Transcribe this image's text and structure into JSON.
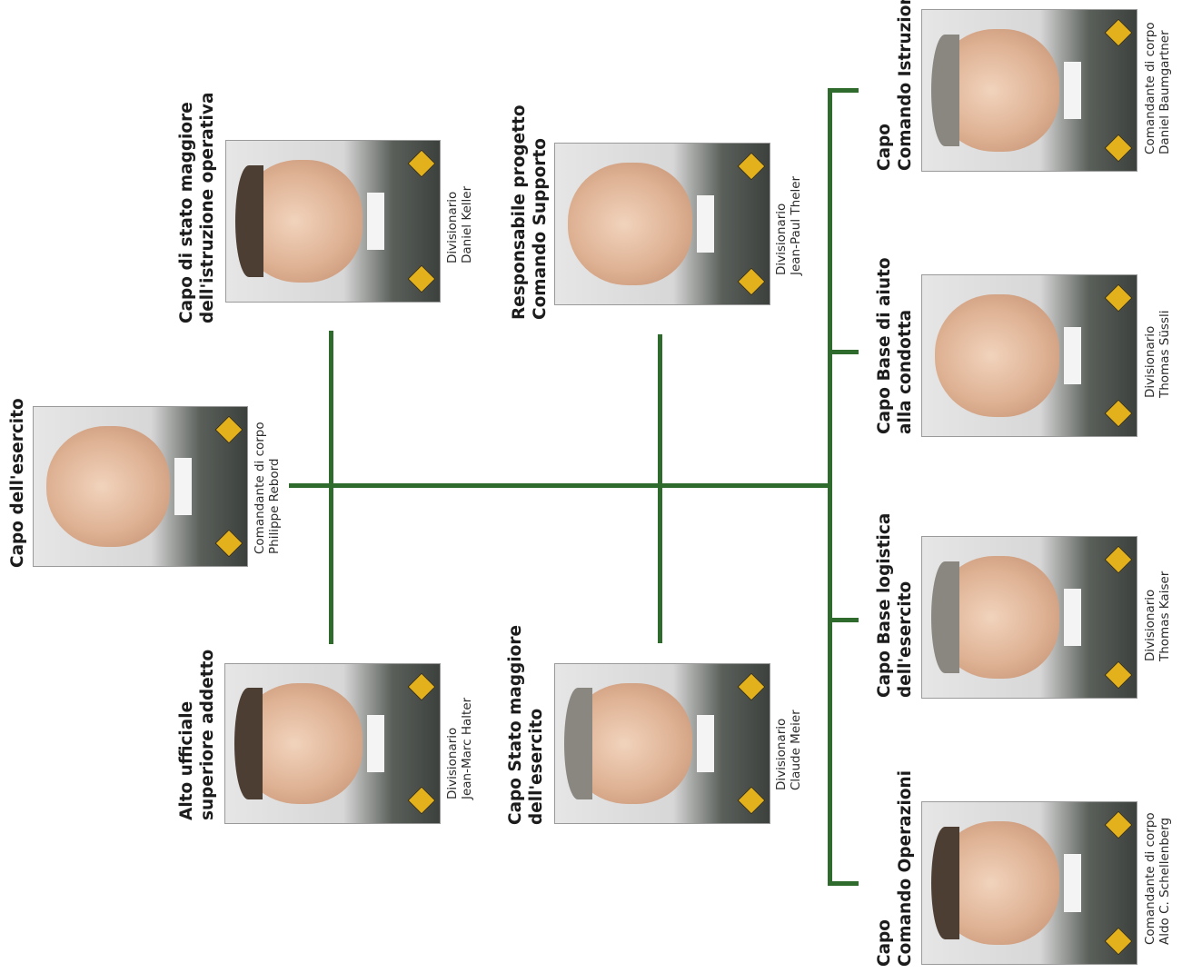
{
  "colors": {
    "line": "#2f6b2c",
    "badge": "#e2b11c",
    "uniform": "#3c413d"
  },
  "chief": {
    "role": [
      "Capo dell'esercito"
    ],
    "rank": "Comandante di corpo",
    "name": "Philippe Rebord"
  },
  "staff_top": [
    {
      "role": [
        "Capo di stato maggiore",
        "dell'istruzione operativa"
      ],
      "rank": "Divisionario",
      "name": "Daniel Keller"
    },
    {
      "role": [
        "Responsabile progetto",
        "Comando Supporto"
      ],
      "rank": "Divisionario",
      "name": "Jean-Paul Theler"
    }
  ],
  "staff_bottom": [
    {
      "role": [
        "Alto ufficiale",
        "superiore addetto"
      ],
      "rank": "Divisionario",
      "name": "Jean-Marc Halter"
    },
    {
      "role": [
        "Capo Stato maggiore",
        "dell'esercito"
      ],
      "rank": "Divisionario",
      "name": "Claude Meier"
    }
  ],
  "commands": [
    {
      "role": [
        "Capo",
        "Comando Istruzione"
      ],
      "rank": "Comandante di corpo",
      "name": "Daniel Baumgartner"
    },
    {
      "role": [
        "Capo Base di aiuto",
        "alla condotta"
      ],
      "rank": "Divisionario",
      "name": "Thomas Süssli"
    },
    {
      "role": [
        "Capo Base logistica",
        "dell'esercito"
      ],
      "rank": "Divisionario",
      "name": "Thomas Kaiser"
    },
    {
      "role": [
        "Capo",
        "Comando Operazioni"
      ],
      "rank": "Comandante di corpo",
      "name": "Aldo C. Schellenberg"
    }
  ]
}
